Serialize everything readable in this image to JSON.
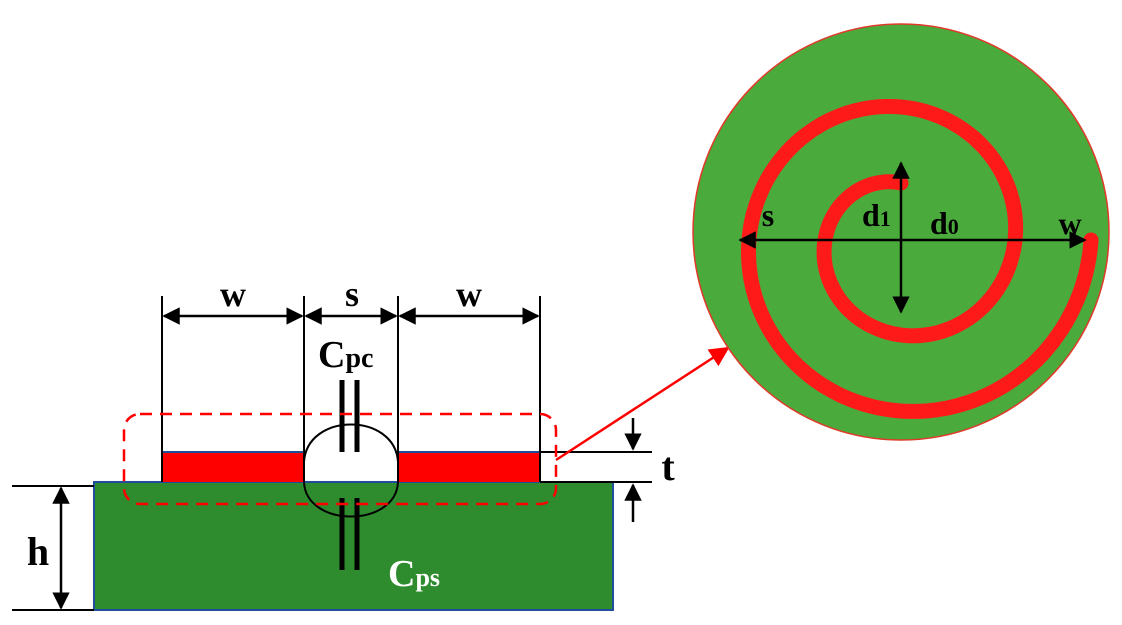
{
  "labels": {
    "w_left": "w",
    "s_gap": "s",
    "w_right": "w",
    "c_pc_main": "C",
    "c_pc_sub": "pc",
    "c_ps_main": "C",
    "c_ps_sub": "ps",
    "h": "h",
    "t": "t",
    "spiral_s": "s",
    "spiral_d1_main": "d",
    "spiral_d1_sub": "1",
    "spiral_d0_main": "d",
    "spiral_d0_sub": "0",
    "spiral_w": "w"
  },
  "colors": {
    "substrate": "#2e8b2e",
    "substrate_border": "#1f4f9a",
    "conductor": "#ff0000",
    "spiral_disc": "#4aaa3c",
    "spiral_trace": "#ff1a1a",
    "callout": "#ff0000",
    "line": "#000000"
  }
}
